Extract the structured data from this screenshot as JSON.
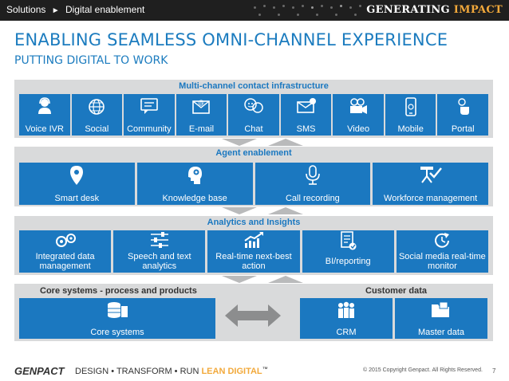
{
  "header": {
    "breadcrumb_section": "Solutions",
    "breadcrumb_arrow": "►",
    "breadcrumb_page": "Digital enablement",
    "brand_part1": "GENERATING ",
    "brand_part2": "IMPACT"
  },
  "title": "ENABLING SEAMLESS OMNI-CHANNEL EXPERIENCE",
  "subtitle": "PUTTING DIGITAL TO WORK",
  "contact": {
    "header": "Multi-channel contact infrastructure",
    "items": [
      {
        "label": "Voice IVR",
        "icon": "person-headset-icon"
      },
      {
        "label": "Social",
        "icon": "globe-network-icon"
      },
      {
        "label": "Community",
        "icon": "community-board-icon"
      },
      {
        "label": "E-mail",
        "icon": "email-icon"
      },
      {
        "label": "Chat",
        "icon": "chat-bubbles-icon"
      },
      {
        "label": "SMS",
        "icon": "sms-envelope-icon"
      },
      {
        "label": "Video",
        "icon": "video-camera-icon"
      },
      {
        "label": "Mobile",
        "icon": "mobile-phone-icon"
      },
      {
        "label": "Portal",
        "icon": "touch-portal-icon"
      }
    ]
  },
  "agent": {
    "header": "Agent enablement",
    "items": [
      {
        "label": "Smart desk",
        "icon": "location-pin-icon"
      },
      {
        "label": "Knowledge base",
        "icon": "head-brain-icon"
      },
      {
        "label": "Call recording",
        "icon": "microphone-icon"
      },
      {
        "label": "Workforce management",
        "icon": "team-checklist-icon"
      }
    ]
  },
  "analytics": {
    "header": "Analytics and Insights",
    "items": [
      {
        "line1": "Integrated data",
        "line2": "management",
        "icon": "gears-icon"
      },
      {
        "line1": "Speech and text",
        "line2": "analytics",
        "icon": "sliders-icon"
      },
      {
        "line1": "Real-time next-best",
        "line2": "action",
        "icon": "trend-chart-icon"
      },
      {
        "line1": "BI/reporting",
        "line2": "",
        "icon": "report-document-icon"
      },
      {
        "line1": "Social media real-time",
        "line2": "monitor",
        "icon": "clock-refresh-icon"
      }
    ]
  },
  "core": {
    "left_header": "Core systems - process and products",
    "right_header": "Customer data",
    "left_items": [
      {
        "label": "Core systems",
        "icon": "database-icon"
      }
    ],
    "right_items": [
      {
        "label": "CRM",
        "icon": "people-group-icon"
      },
      {
        "label": "Master data",
        "icon": "folder-icon"
      }
    ]
  },
  "footer": {
    "logo": "GENPACT",
    "tagline_a": "DESIGN • TRANSFORM • RUN ",
    "tagline_b": "LEAN DIGITAL",
    "tagline_tm": "™",
    "copyright": "© 2015 Copyright Genpact. All Rights Reserved.",
    "page": "7"
  },
  "colors": {
    "accent_blue": "#1b78c0",
    "panel_gray": "#d9dadb",
    "brand_orange": "#f2a93b",
    "top_bar": "#1f1f1f"
  }
}
